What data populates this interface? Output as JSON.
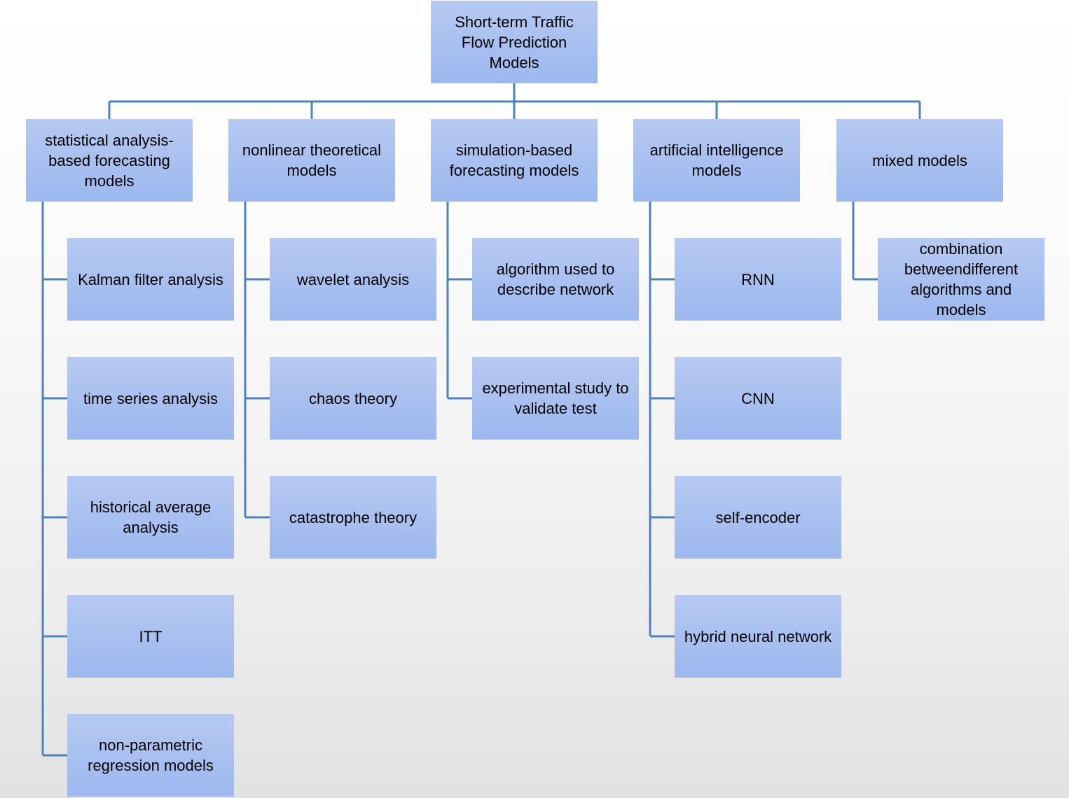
{
  "colors": {
    "box_fill_top": "#b6c9f1",
    "box_fill_bottom": "#9cb8ef",
    "connector": "#4f81bd",
    "text": "#000000"
  },
  "root": {
    "label": "Short-term Traffic\nFlow Prediction\nModels"
  },
  "categories": [
    {
      "label": "statistical analysis-\nbased forecasting\nmodels",
      "children": [
        "Kalman filter analysis",
        "time series analysis",
        "historical average\nanalysis",
        "ITT",
        "non-parametric\nregression models"
      ]
    },
    {
      "label": "nonlinear theoretical\nmodels",
      "children": [
        "wavelet analysis",
        "chaos theory",
        "catastrophe theory"
      ]
    },
    {
      "label": "simulation-based\nforecasting models",
      "children": [
        "algorithm used to\ndescribe network",
        "experimental study to\nvalidate test"
      ]
    },
    {
      "label": "artificial intelligence\nmodels",
      "children": [
        "RNN",
        "CNN",
        "self-encoder",
        "hybrid neural network"
      ]
    },
    {
      "label": "mixed models",
      "children": [
        "combination\nbetweendifferent\nalgorithms and\nmodels"
      ]
    }
  ]
}
